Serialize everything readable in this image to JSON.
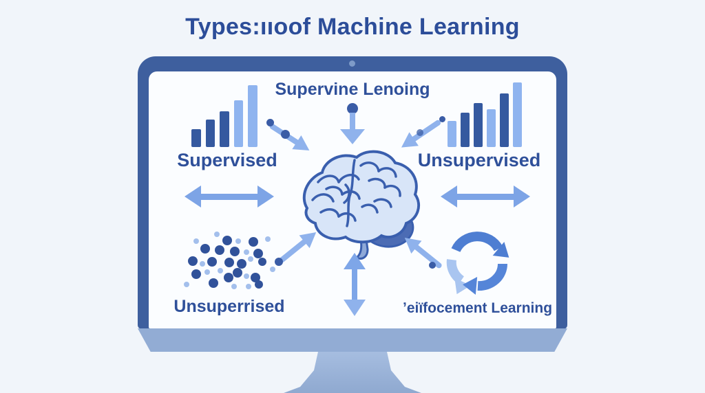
{
  "title": {
    "text": "Types:ııoof Machine Learning"
  },
  "screen": {
    "top_label": "Supervine Lenoing",
    "labels": {
      "top_left": "Supervised",
      "top_right": "Unsupervised",
      "bottom_left": "Unsuperrised",
      "bottom_right": "ʼeiïfocement Learning"
    }
  },
  "icons": {
    "left_bar_chart": {
      "heights": [
        26,
        40,
        52,
        68,
        90
      ],
      "tones": [
        "dark",
        "dark",
        "dark",
        "light",
        "light"
      ]
    },
    "right_bar_chart": {
      "heights": [
        38,
        50,
        64,
        55,
        78,
        94
      ],
      "tones": [
        "light",
        "dark",
        "dark",
        "light",
        "dark",
        "light"
      ]
    },
    "scatter_dots": {
      "points": [
        [
          27,
          15,
          4,
          "light"
        ],
        [
          57,
          5,
          4,
          "light"
        ],
        [
          72,
          14,
          7,
          "dark"
        ],
        [
          88,
          15,
          4,
          "light"
        ],
        [
          110,
          16,
          7,
          "dark"
        ],
        [
          131,
          12,
          4,
          "light"
        ],
        [
          40,
          26,
          7,
          "dark"
        ],
        [
          61,
          28,
          7,
          "dark"
        ],
        [
          83,
          30,
          7,
          "dark"
        ],
        [
          100,
          31,
          4,
          "light"
        ],
        [
          117,
          33,
          7,
          "dark"
        ],
        [
          22,
          44,
          7,
          "dark"
        ],
        [
          36,
          48,
          4,
          "light"
        ],
        [
          50,
          45,
          7,
          "dark"
        ],
        [
          75,
          46,
          7,
          "dark"
        ],
        [
          93,
          48,
          7,
          "dark"
        ],
        [
          106,
          41,
          4,
          "light"
        ],
        [
          123,
          45,
          6,
          "dark"
        ],
        [
          138,
          56,
          4,
          "light"
        ],
        [
          27,
          63,
          7,
          "dark"
        ],
        [
          43,
          60,
          4,
          "light"
        ],
        [
          62,
          58,
          4,
          "light"
        ],
        [
          74,
          68,
          7,
          "dark"
        ],
        [
          87,
          61,
          7,
          "dark"
        ],
        [
          100,
          66,
          4,
          "light"
        ],
        [
          113,
          68,
          7,
          "dark"
        ],
        [
          13,
          78,
          4,
          "light"
        ],
        [
          52,
          76,
          7,
          "dark"
        ],
        [
          82,
          81,
          4,
          "light"
        ],
        [
          103,
          81,
          4,
          "light"
        ],
        [
          118,
          78,
          6,
          "dark"
        ]
      ]
    }
  },
  "colors": {
    "background": "#f1f5fa",
    "title_text": "#2c4d99",
    "label_text": "#2f509a",
    "monitor_bezel": "#3e5f9e",
    "monitor_screen": "#fbfdff",
    "monitor_chin": "#92acd4",
    "monitor_stand": "#9cb5da",
    "bar_dark": "#35599f",
    "bar_light": "#8fb4ef",
    "arrow": "#7da4e6",
    "arrow_light": "#8fb2ec",
    "dot_dark": "#31529a",
    "dot_light": "#a3bfec",
    "brain_fill": "#d8e5f8",
    "brain_outline": "#3a5fae",
    "brain_lobe": "#4c6cb4"
  }
}
